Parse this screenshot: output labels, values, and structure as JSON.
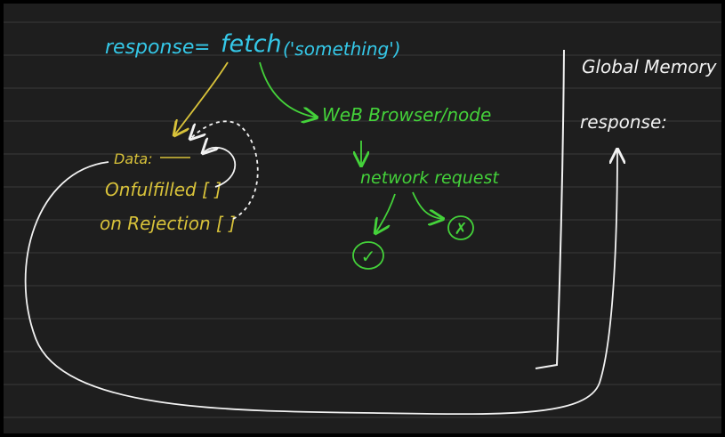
{
  "board": {
    "background": "#1e1e1e",
    "frame": "#000000",
    "rule_line": "#3a3a3a"
  },
  "colors": {
    "cyan": "#35c8e8",
    "yellow": "#d8c23a",
    "green": "#44d23a",
    "white": "#f2f2f2"
  },
  "code_line": {
    "variable": "response",
    "equals": "=",
    "call": "fetch",
    "argument": "('something')"
  },
  "promise_object": {
    "data_label": "Data:",
    "on_fulfilled": "Onfulfilled [ ]",
    "on_rejection": "on Rejection [ ]"
  },
  "environment": {
    "runtime": "WeB Browser/node",
    "request": "network request",
    "success_mark": "✓",
    "failure_mark": "✗"
  },
  "global_memory": {
    "title": "Global Memory",
    "entry": "response:"
  }
}
